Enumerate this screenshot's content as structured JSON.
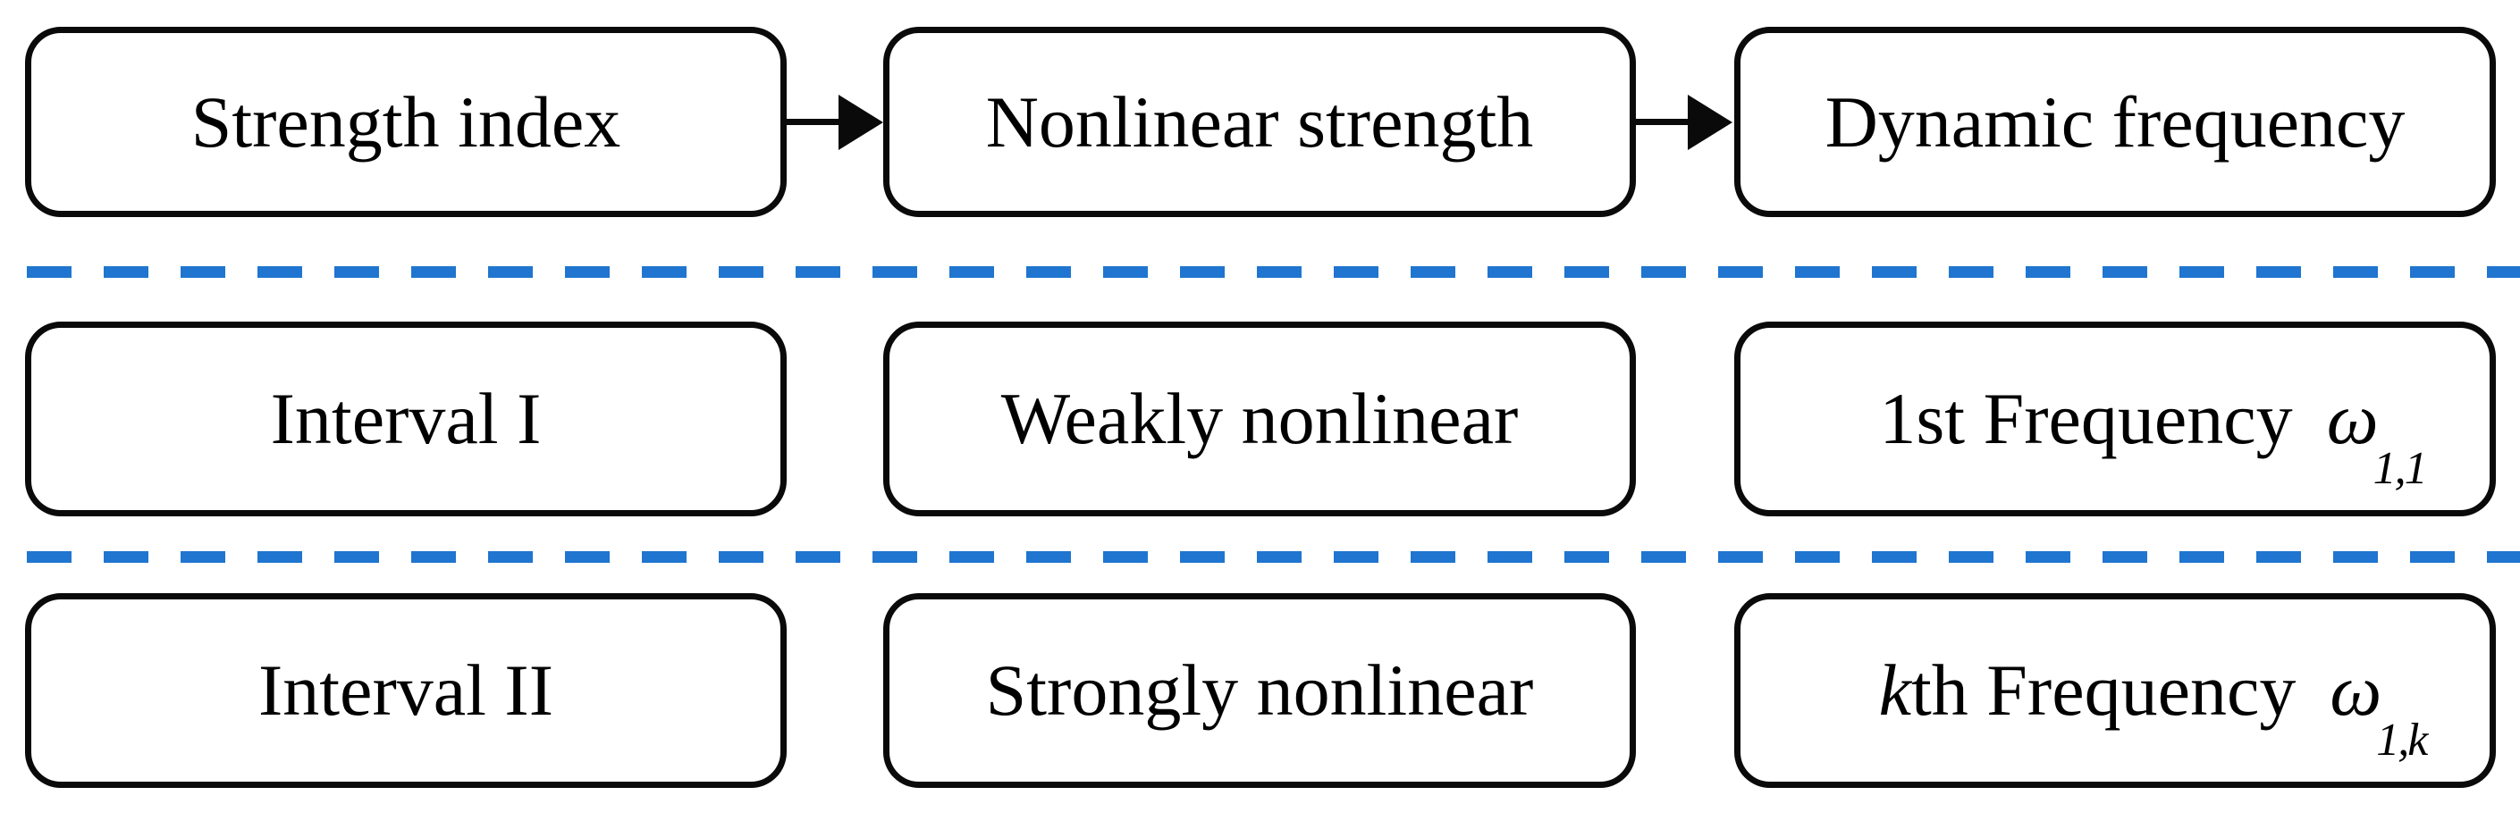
{
  "figure_type": "flow-diagram",
  "colors": {
    "background": "#ffffff",
    "box_border": "#0a0a0a",
    "text": "#000000",
    "separator_blue": "#1F75D0"
  },
  "icons": {
    "flow_arrow": "right-arrow-icon"
  },
  "rows": [
    {
      "name": "header-row",
      "cells": [
        {
          "label": "Strength index"
        },
        {
          "label": "Nonlinear strength"
        },
        {
          "label": "Dynamic frequency"
        }
      ]
    },
    {
      "name": "interval-one-row",
      "cells": [
        {
          "label": "Interval I"
        },
        {
          "label": "Weakly nonlinear"
        },
        {
          "prefix": "1st Frequency",
          "symbol": "ω",
          "sub": "1,1"
        }
      ]
    },
    {
      "name": "interval-two-row",
      "cells": [
        {
          "label": "Interval II"
        },
        {
          "label": "Strongly nonlinear"
        },
        {
          "prefix_italic": "k",
          "prefix": "th Frequency",
          "symbol": "ω",
          "sub": "1,",
          "sub_italic": "k"
        }
      ]
    }
  ]
}
